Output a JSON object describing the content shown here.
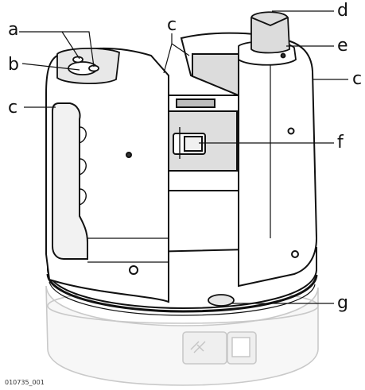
{
  "figure_id": "010735_001",
  "callouts": [
    {
      "key": "a",
      "label": "a"
    },
    {
      "key": "b",
      "label": "b"
    },
    {
      "key": "c_left",
      "label": "c"
    },
    {
      "key": "c_top",
      "label": "c"
    },
    {
      "key": "c_right",
      "label": "c"
    },
    {
      "key": "d",
      "label": "d"
    },
    {
      "key": "e",
      "label": "e"
    },
    {
      "key": "f",
      "label": "f"
    },
    {
      "key": "g",
      "label": "g"
    }
  ]
}
